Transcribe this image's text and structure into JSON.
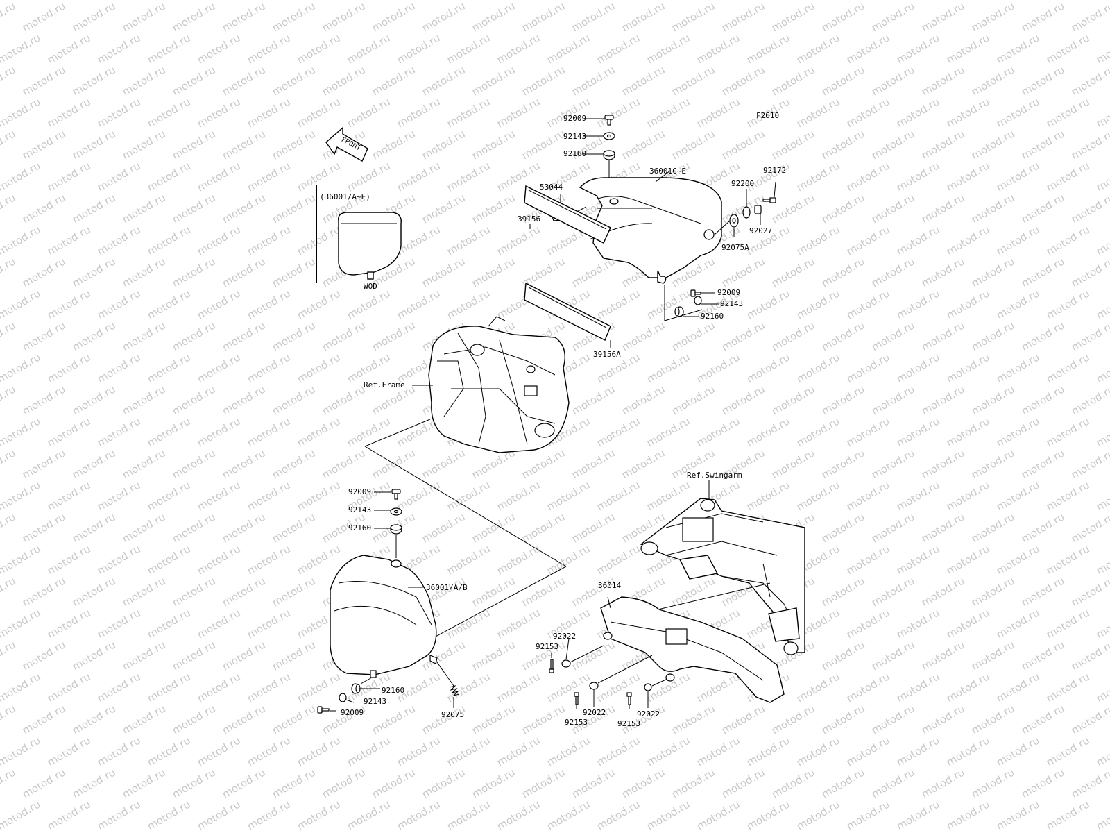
{
  "figure": {
    "code": "F2610",
    "watermark": "motod.ru",
    "front_label": "FRONT",
    "inset": {
      "title": "(36001/A~E)",
      "caption": "WOD"
    }
  },
  "parts": {
    "p_92009_top": "92009",
    "p_92143_top": "92143",
    "p_92160_top": "92160",
    "p_36001c": "36001C~E",
    "p_53044": "53044",
    "p_92172": "92172",
    "p_92200": "92200",
    "p_92027": "92027",
    "p_92075a": "92075A",
    "p_39156": "39156",
    "p_92009_r": "92009",
    "p_92143_r": "92143",
    "p_92160_r": "92160",
    "p_39156a": "39156A",
    "ref_frame": "Ref.Frame",
    "ref_swingarm": "Ref.Swingarm",
    "p_92009_l": "92009",
    "p_92143_l": "92143",
    "p_92160_l": "92160",
    "p_36001ab": "36001/A/B",
    "p_36014": "36014",
    "p_92022_a": "92022",
    "p_92153_a": "92153",
    "p_92160_b": "92160",
    "p_92143_b": "92143",
    "p_92009_b": "92009",
    "p_92075": "92075",
    "p_92153_b": "92153",
    "p_92022_b": "92022",
    "p_92153_c": "92153",
    "p_92022_c": "92022"
  }
}
